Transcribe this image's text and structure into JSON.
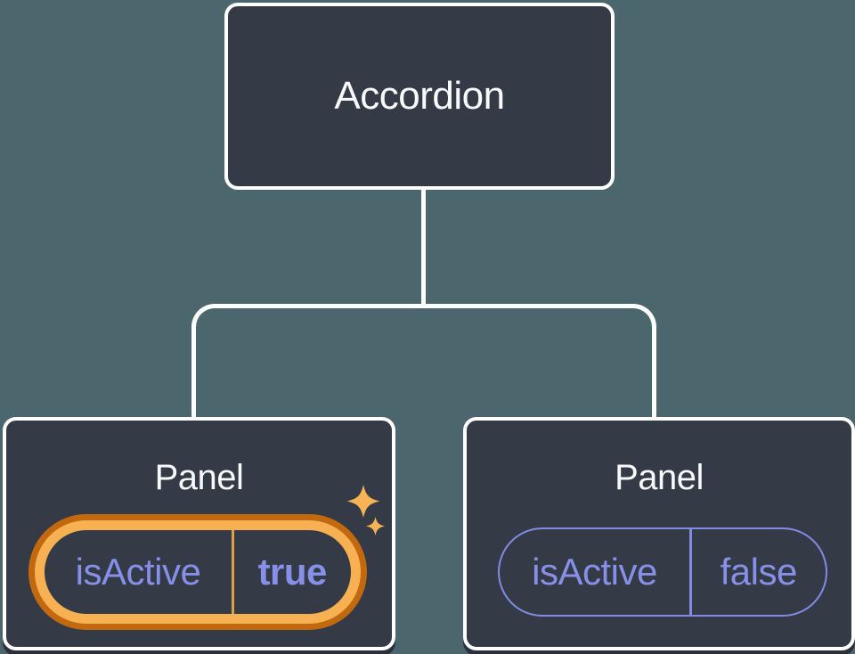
{
  "tree": {
    "root": {
      "label": "Accordion"
    },
    "children": [
      {
        "label": "Panel",
        "prop": "isActive",
        "value": "true",
        "highlighted": true
      },
      {
        "label": "Panel",
        "prop": "isActive",
        "value": "false",
        "highlighted": false
      }
    ]
  },
  "colors": {
    "background": "#4C666E",
    "node_fill": "#353B46",
    "node_border": "#FFFFFF",
    "connector": "#FFFFFF",
    "state_text": "#8790E8",
    "state_pill_border": "#828BE4",
    "highlight_ring_outer": "#C2690F",
    "highlight_ring_inner": "#F8B152",
    "highlight_divider": "#DF9E49",
    "sparkle": "#F7B355",
    "panel_shadow": "#2B303A"
  }
}
